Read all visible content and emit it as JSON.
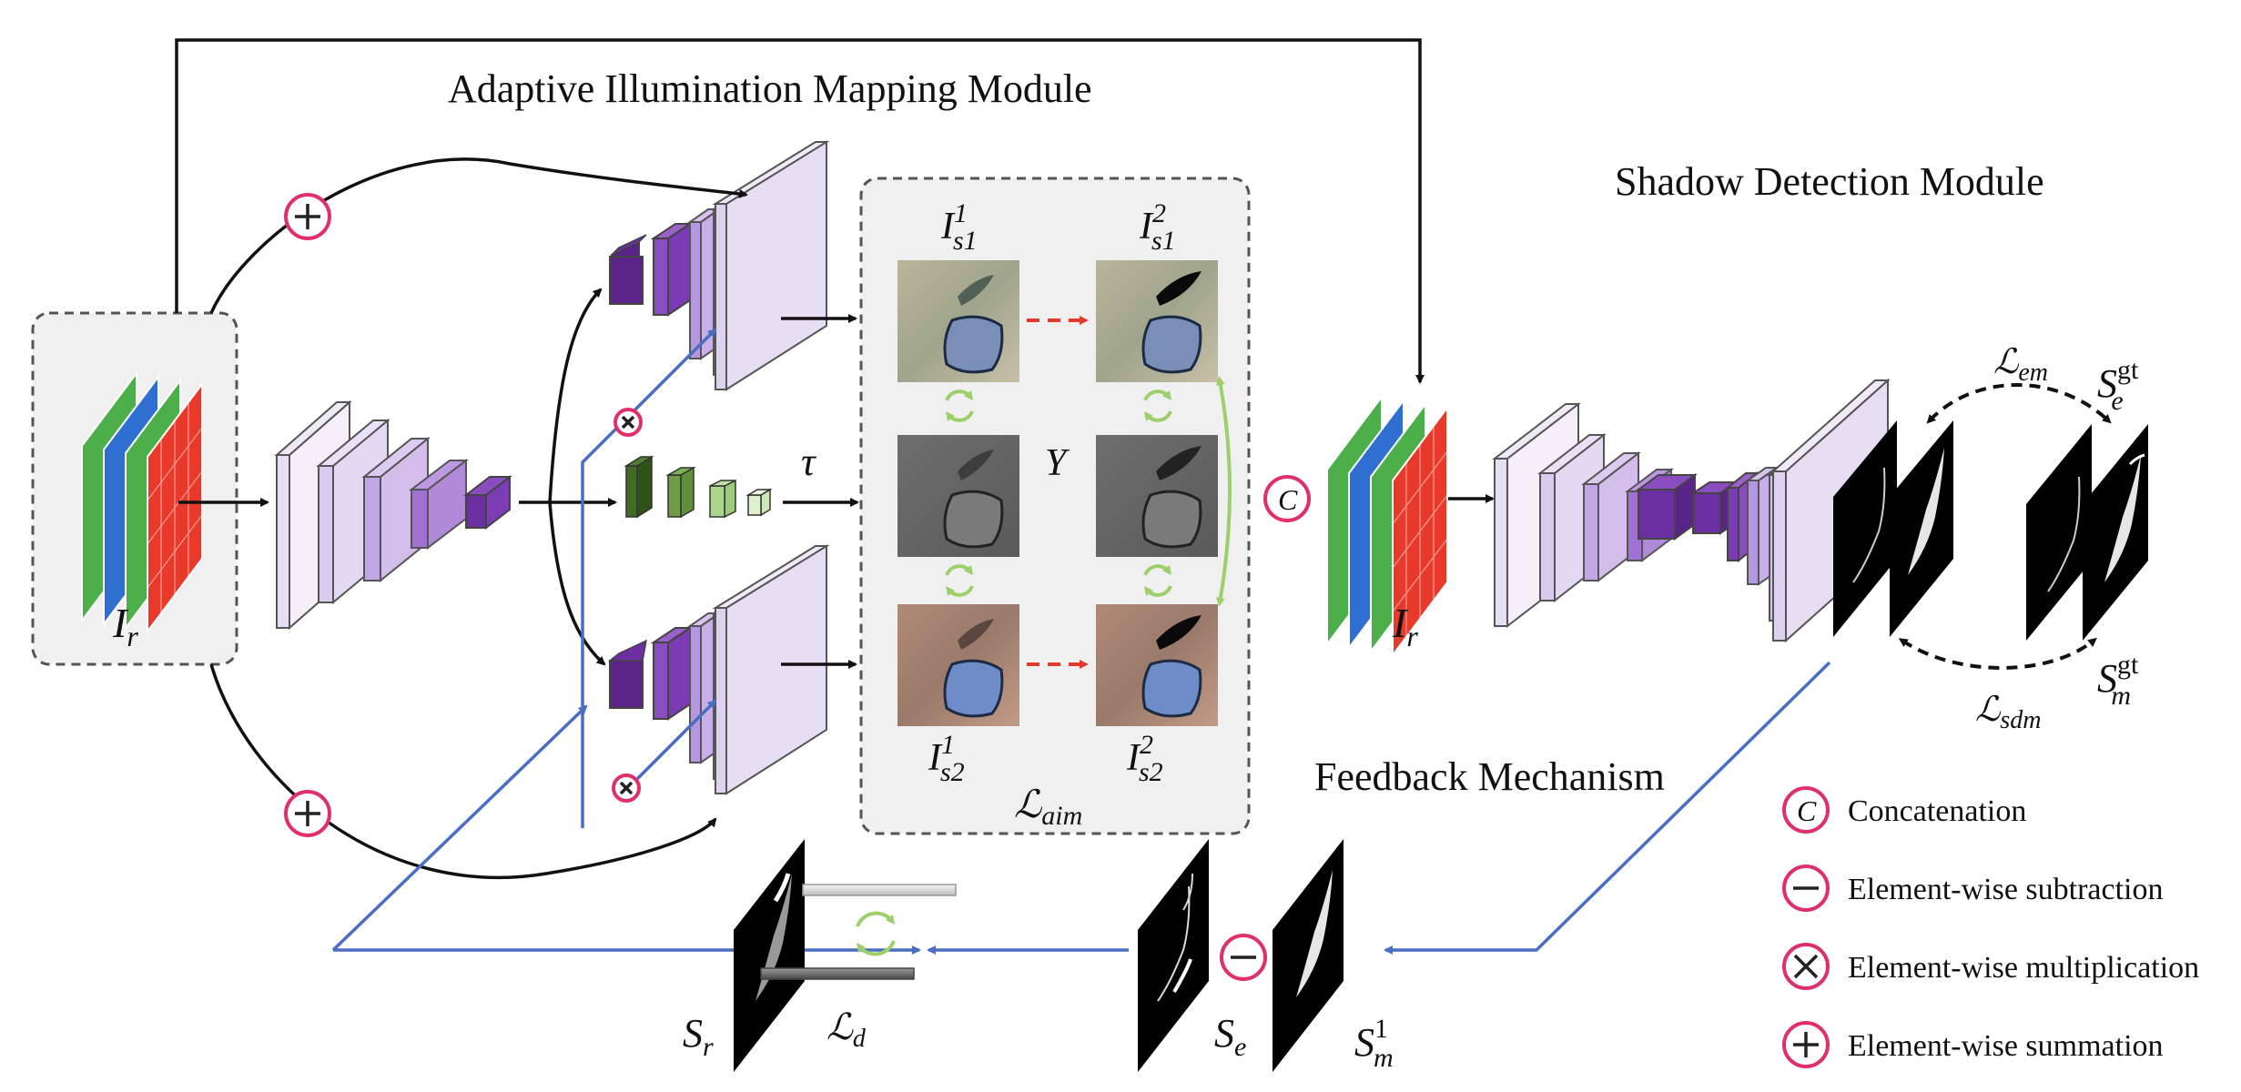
{
  "titles": {
    "aim_module": "Adaptive Illumination Mapping Module",
    "sd_module": "Shadow Detection Module",
    "feedback": "Feedback Mechanism"
  },
  "symbols": {
    "I_r": {
      "base": "I",
      "sub": "r"
    },
    "I_r_second": {
      "base": "I",
      "sub": "r"
    },
    "I_s1_1": {
      "base": "I",
      "sup": "1",
      "sub": "s1"
    },
    "I_s1_2": {
      "base": "I",
      "sup": "2",
      "sub": "s1"
    },
    "I_s2_1": {
      "base": "I",
      "sup": "1",
      "sub": "s2"
    },
    "I_s2_2": {
      "base": "I",
      "sup": "2",
      "sub": "s2"
    },
    "tau": "τ",
    "Y": "Y",
    "L_aim": {
      "base": "ℒ",
      "sub": "aim"
    },
    "L_em": {
      "base": "ℒ",
      "sub": "em"
    },
    "L_sdm": {
      "base": "ℒ",
      "sub": "sdm"
    },
    "L_d": {
      "base": "ℒ",
      "sub": "d"
    },
    "S_e_gt": {
      "base": "S",
      "sup": "gt",
      "sub": "e"
    },
    "S_m_gt": {
      "base": "S",
      "sup": "gt",
      "sub": "m"
    },
    "S_r": {
      "base": "S",
      "sub": "r"
    },
    "S_e": {
      "base": "S",
      "sub": "e"
    },
    "S_m_1": {
      "base": "S",
      "sup": "1",
      "sub": "m"
    }
  },
  "operator_glyphs": {
    "concat": "C"
  },
  "legend": [
    {
      "op": "concat",
      "label": "Concatenation"
    },
    {
      "op": "subtract",
      "label": "Element-wise subtraction"
    },
    {
      "op": "multiply",
      "label": "Element-wise multiplication"
    },
    {
      "op": "sum",
      "label": "Element-wise summation"
    }
  ],
  "colors": {
    "arrow_black": "#111111",
    "arrow_blue": "#4a6fc2",
    "arrow_red_dashed": "#e23a2c",
    "cycle_green": "#9dcf6a",
    "operator_ring": "#e0306a",
    "channel_green": "#4daf4a",
    "channel_blue": "#2f6fd1",
    "channel_red": "#e8392a",
    "encoder_light": "#e6dff3",
    "encoder_mid": "#c3a6e6",
    "encoder_dark": "#6b2fa0",
    "tau_net_green": "#3f6b22",
    "group_panel": "#f0f0f0"
  }
}
